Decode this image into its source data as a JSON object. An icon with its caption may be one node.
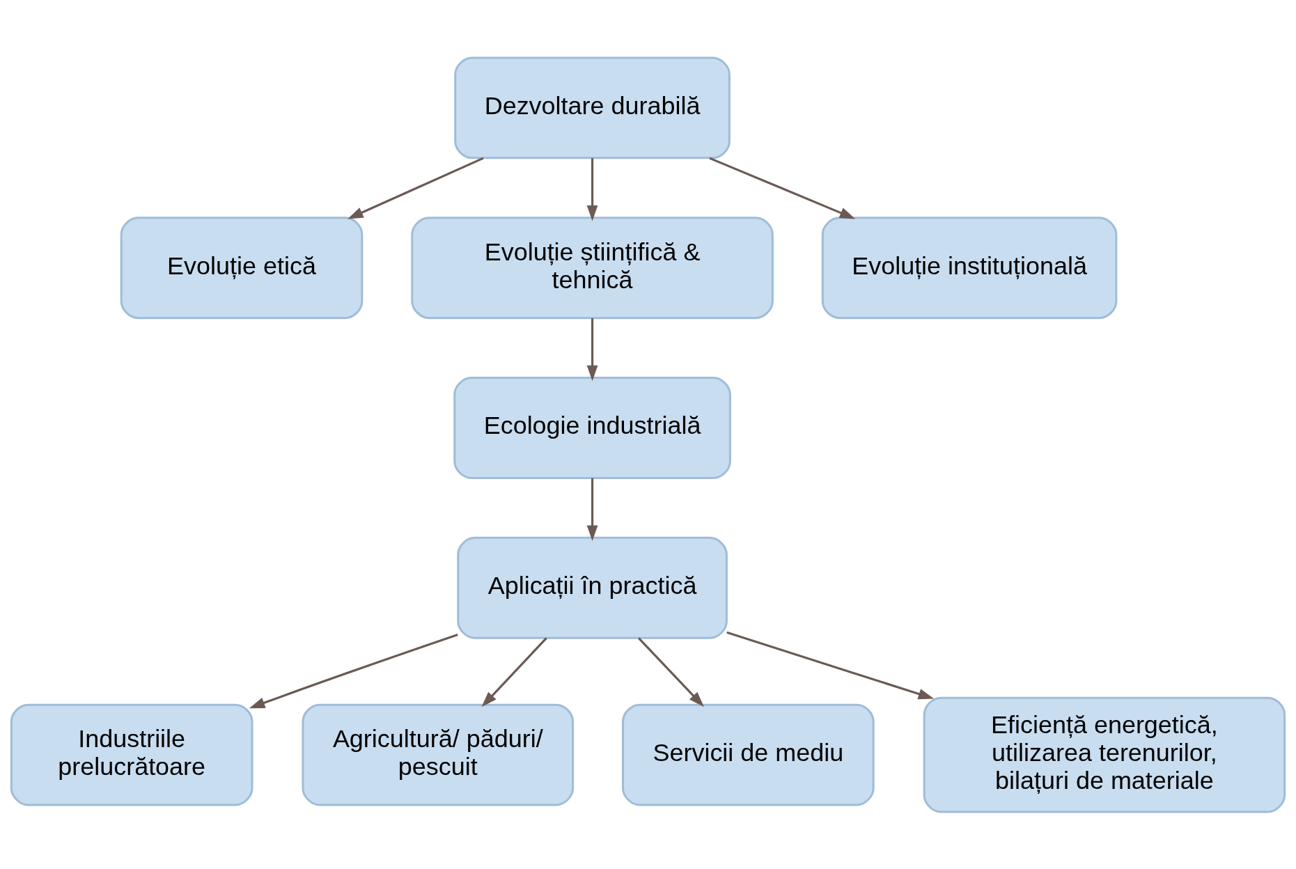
{
  "diagram": {
    "nodes": [
      {
        "text": [
          "Dezvoltare durabilă"
        ]
      },
      {
        "text": [
          "Evoluție etică"
        ]
      },
      {
        "text": [
          "Evoluție științifică & tehnică"
        ]
      },
      {
        "text": [
          "Evoluție instituțională"
        ]
      },
      {
        "text": [
          "Ecologie industrială"
        ]
      },
      {
        "text": [
          "Aplicații în practică"
        ]
      },
      {
        "text": [
          "Industriile prelucrătoare"
        ]
      },
      {
        "text": [
          "Agricultură/ păduri/ pescuit"
        ]
      },
      {
        "text": [
          "Servicii de mediu"
        ]
      },
      {
        "text": [
          "Eficiență energetică, utilizarea terenurilor, bilațuri de materiale"
        ]
      }
    ],
    "edges": [
      {
        "from": 0,
        "to": 1,
        "arrow": "to"
      },
      {
        "from": 0,
        "to": 2,
        "arrow": "to"
      },
      {
        "from": 0,
        "to": 3,
        "arrow": "to"
      },
      {
        "from": 2,
        "to": 4,
        "arrow": "to"
      },
      {
        "from": 4,
        "to": 5,
        "arrow": "to"
      },
      {
        "from": 5,
        "to": 6,
        "arrow": "to"
      },
      {
        "from": 5,
        "to": 7,
        "arrow": "to"
      },
      {
        "from": 5,
        "to": 8,
        "arrow": "to"
      },
      {
        "from": 5,
        "to": 9,
        "arrow": "to"
      }
    ]
  }
}
